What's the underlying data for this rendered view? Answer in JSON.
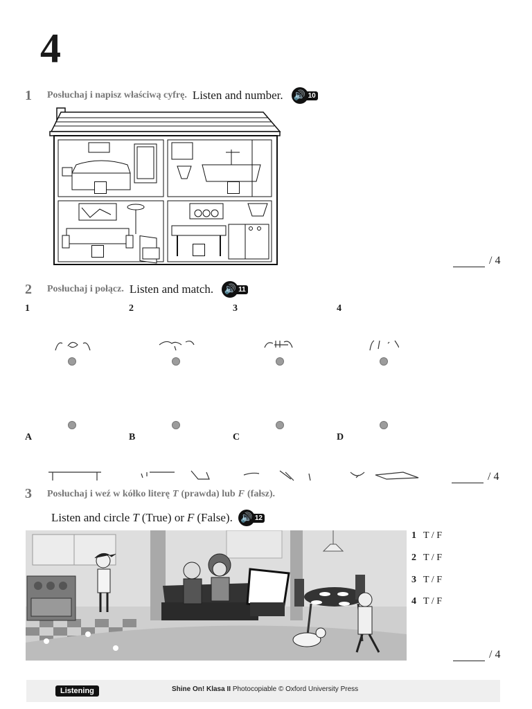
{
  "unit_number": "4",
  "exercises": [
    {
      "number": "1",
      "instruction_pl": "Posłuchaj i napisz właściwą cyfrę.",
      "instruction_en": "Listen and number.",
      "track": "10",
      "score": "/ 4"
    },
    {
      "number": "2",
      "instruction_pl": "Posłuchaj i połącz.",
      "instruction_en": "Listen and match.",
      "track": "11",
      "top_labels": [
        "1",
        "2",
        "3",
        "4"
      ],
      "bottom_labels": [
        "A",
        "B",
        "C",
        "D"
      ],
      "score": "/ 4"
    },
    {
      "number": "3",
      "instruction_pl_pre": "Posłuchaj i weź w kółko literę",
      "letter_t": "T",
      "instruction_pl_mid1": "(prawda) lub",
      "letter_f": "F",
      "instruction_pl_mid2": "(fałsz).",
      "instruction_en_pre": "Listen and circle",
      "instruction_en_t": "(True) or",
      "instruction_en_f": "(False).",
      "track": "12",
      "items": [
        {
          "num": "1",
          "choice": "T / F"
        },
        {
          "num": "2",
          "choice": "T / F"
        },
        {
          "num": "3",
          "choice": "T / F"
        },
        {
          "num": "4",
          "choice": "T / F"
        }
      ],
      "score": "/ 4"
    }
  ],
  "footer": {
    "badge": "Listening",
    "book": "Shine On! Klasa II",
    "credit": "Photocopiable © Oxford University Press"
  }
}
